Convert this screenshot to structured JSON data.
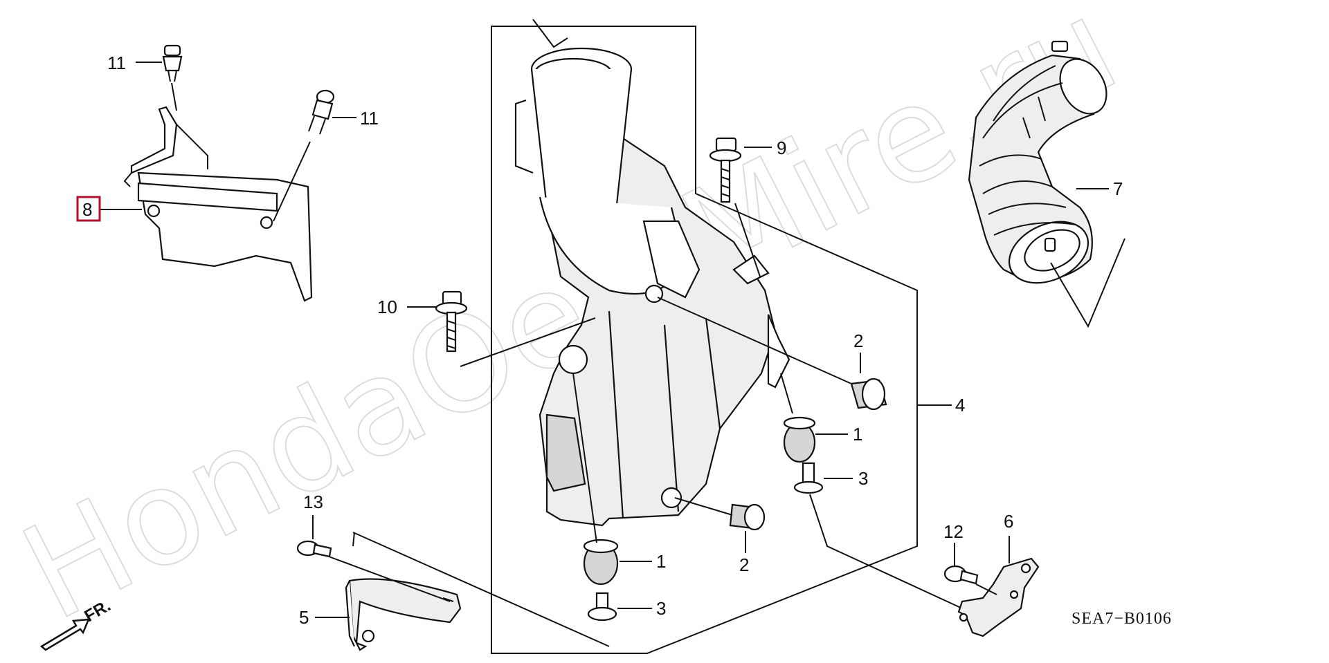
{
  "diagram": {
    "watermark": "HondaOemMire.ru",
    "direction_indicator": "FR.",
    "diagram_code": "SEA7−B0106",
    "highlight_color": "#b0112a",
    "callouts": {
      "c1a": "1",
      "c1b": "1",
      "c2a": "2",
      "c2b": "2",
      "c3a": "3",
      "c3b": "3",
      "c4": "4",
      "c5": "5",
      "c6": "6",
      "c7": "7",
      "c8": "8",
      "c9": "9",
      "c10": "10",
      "c11a": "11",
      "c11b": "11",
      "c12": "12",
      "c13": "13"
    }
  }
}
